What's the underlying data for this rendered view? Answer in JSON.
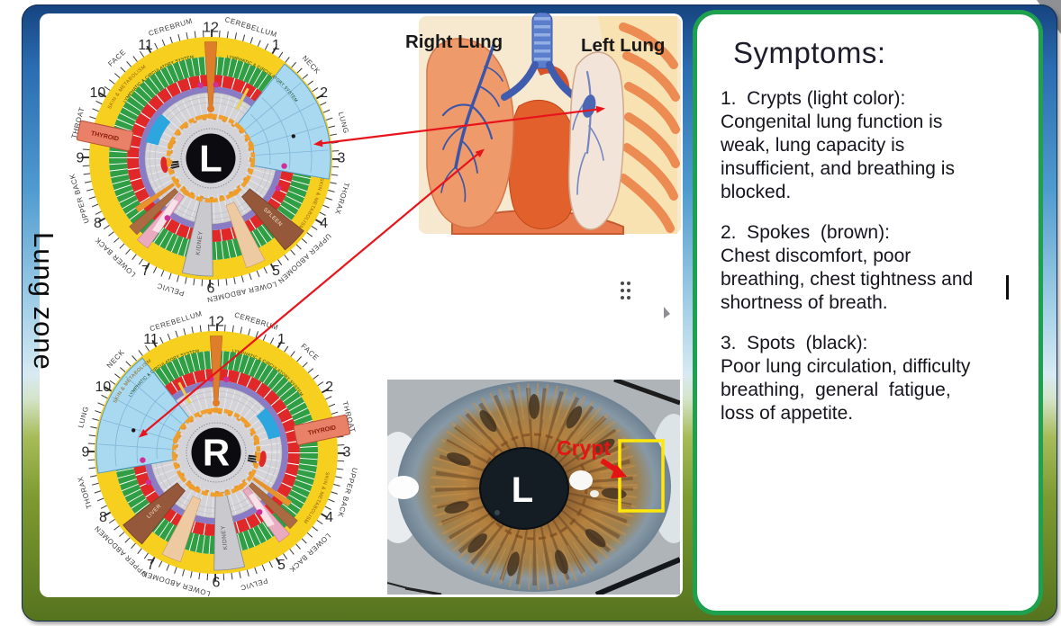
{
  "slide": {
    "vertical_title": "Lung zone"
  },
  "symptoms_panel": {
    "heading": "Symptoms:",
    "items": [
      {
        "title": "1.  Crypts (light color):",
        "body": "Congenital lung function is\nweak, lung capacity is\ninsufficient, and breathing is\nblocked."
      },
      {
        "title": "2.  Spokes  (brown):",
        "body": "Chest discomfort, poor\nbreathing, chest tightness and\nshortness of breath."
      },
      {
        "title": "3.  Spots  (black):",
        "body": "Poor lung circulation, difficulty\nbreathing,  general  fatigue,\nloss of appetite."
      }
    ]
  },
  "anatomy_image": {
    "right_lung_label": "Right Lung",
    "left_lung_label": "Left Lung"
  },
  "iris_photo": {
    "pupil_letter": "L",
    "crypt_label": "Crypt"
  },
  "iridology_charts": {
    "clock_numbers": [
      "12",
      "1",
      "2",
      "3",
      "4",
      "5",
      "6",
      "7",
      "8",
      "9",
      "10",
      "11"
    ],
    "band_labels": {
      "skin": "SKIN & METABOLISM",
      "lymphatic": "LYMPHATIC & CIRCULATORY SYSTEM"
    },
    "left_chart": {
      "pupil_letter": "L",
      "regions": [
        "CEREBRUM",
        "CEREBELLUM",
        "NECK",
        "LUNG",
        "THORAX",
        "UPPER ABDOMEN",
        "LOWER ABDOMEN",
        "PELVIC",
        "LOWER BACK",
        "UPPER BACK",
        "THROAT",
        "FACE"
      ],
      "organs": {
        "thyroid": "THYROID",
        "kidney": "KIDNEY",
        "spleen": "SPLEEN"
      }
    },
    "right_chart": {
      "pupil_letter": "R",
      "regions": [
        "CEREBELLUM",
        "CEREBRUM",
        "FACE",
        "THROAT",
        "UPPER BACK",
        "LOWER BACK",
        "PELVIC",
        "LOWER ABDOMEN",
        "UPPER ABDOMEN",
        "THORAX",
        "LUNG",
        "NECK"
      ],
      "organs": {
        "thyroid": "THYROID",
        "kidney": "KIDNEY",
        "liver": "LIVER"
      }
    }
  },
  "icons": {
    "drag_handle": "six-dot-grid",
    "pointer_artifact": "small-gray-pointer",
    "text_cursor": "text-caret"
  },
  "colors": {
    "slide_border_blue": "#1d4f9b",
    "panel_border_green": "#1da14e",
    "arrow_red": "#e8141c",
    "lung_zone_blue": "#a9d9f1",
    "crypt_box_yellow": "#ffe70a",
    "chart_yellow_band": "#f7cf1e",
    "chart_green_band": "#2f9e44",
    "chart_red_band": "#e02828",
    "grass_green": "#7d9a31"
  }
}
